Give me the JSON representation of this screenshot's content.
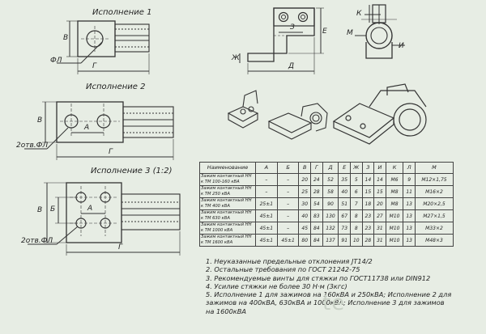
{
  "variants": {
    "v1_title": "Исполнение 1",
    "v2_title": "Исполнение 2",
    "v3_title": "Исполнение 3 (1:2)"
  },
  "dims": {
    "v1": {
      "B": "В",
      "G": "Г",
      "L": "ФЛ"
    },
    "v2": {
      "B": "В",
      "A": "А",
      "G": "Г",
      "holes": "2отв.ФЛ"
    },
    "v3": {
      "B": "В",
      "B6": "Б",
      "A": "А",
      "G": "Г",
      "holes": "2отв.ФЛ"
    },
    "side": {
      "Z": "Ж",
      "D": "Д",
      "E": "Е",
      "Zh3": "З"
    },
    "end": {
      "K": "К",
      "I": "И",
      "M": "М"
    }
  },
  "table": {
    "headers": [
      "Наименование",
      "А",
      "Б",
      "В",
      "Г",
      "Д",
      "Е",
      "Ж",
      "З",
      "И",
      "К",
      "Л",
      "М"
    ],
    "rows": [
      [
        "Зажим контактный НН к ТМ 100-160 кВА",
        "–",
        "–",
        "20",
        "24",
        "52",
        "35",
        "5",
        "14",
        "14",
        "М6",
        "9",
        "М12×1,75"
      ],
      [
        "Зажим контактный НН к ТМ 250 кВА",
        "–",
        "–",
        "25",
        "28",
        "58",
        "40",
        "6",
        "15",
        "15",
        "М8",
        "11",
        "М16×2"
      ],
      [
        "Зажим контактный НН к ТМ 400 кВА",
        "25±1",
        "–",
        "30",
        "54",
        "90",
        "51",
        "7",
        "18",
        "20",
        "М8",
        "13",
        "М20×2,5"
      ],
      [
        "Зажим контактный НН к ТМ 630 кВА",
        "45±1",
        "–",
        "40",
        "83",
        "130",
        "67",
        "8",
        "23",
        "27",
        "М10",
        "13",
        "М27×1,5"
      ],
      [
        "Зажим контактный НН к ТМ 1000 кВА",
        "45±1",
        "–",
        "45",
        "84",
        "132",
        "73",
        "8",
        "23",
        "31",
        "М10",
        "13",
        "М33×2"
      ],
      [
        "Зажим контактный НН к ТМ 1600 кВА",
        "45±1",
        "45±1",
        "80",
        "84",
        "137",
        "91",
        "10",
        "28",
        "31",
        "М10",
        "13",
        "М48×3"
      ]
    ]
  },
  "notes": [
    "1. Неуказанные предельные отклонения JT14/2",
    "2. Остальные требования по ГОСТ 21242-75",
    "3. Рекомендуемые винты для стяжки по ГОСТ11738 или DIN912",
    "4. Усилие стяжки не более 30 Н·м (3кгс)",
    "5. Исполнение 1 для зажимов на 160кВА и 250кВА; Исполнение 2 для",
    "зажимов на 400кВА, 630кВА и 1000кВА; Исполнение 3 для зажимов",
    "на 1600кВА"
  ],
  "watermark": "te"
}
